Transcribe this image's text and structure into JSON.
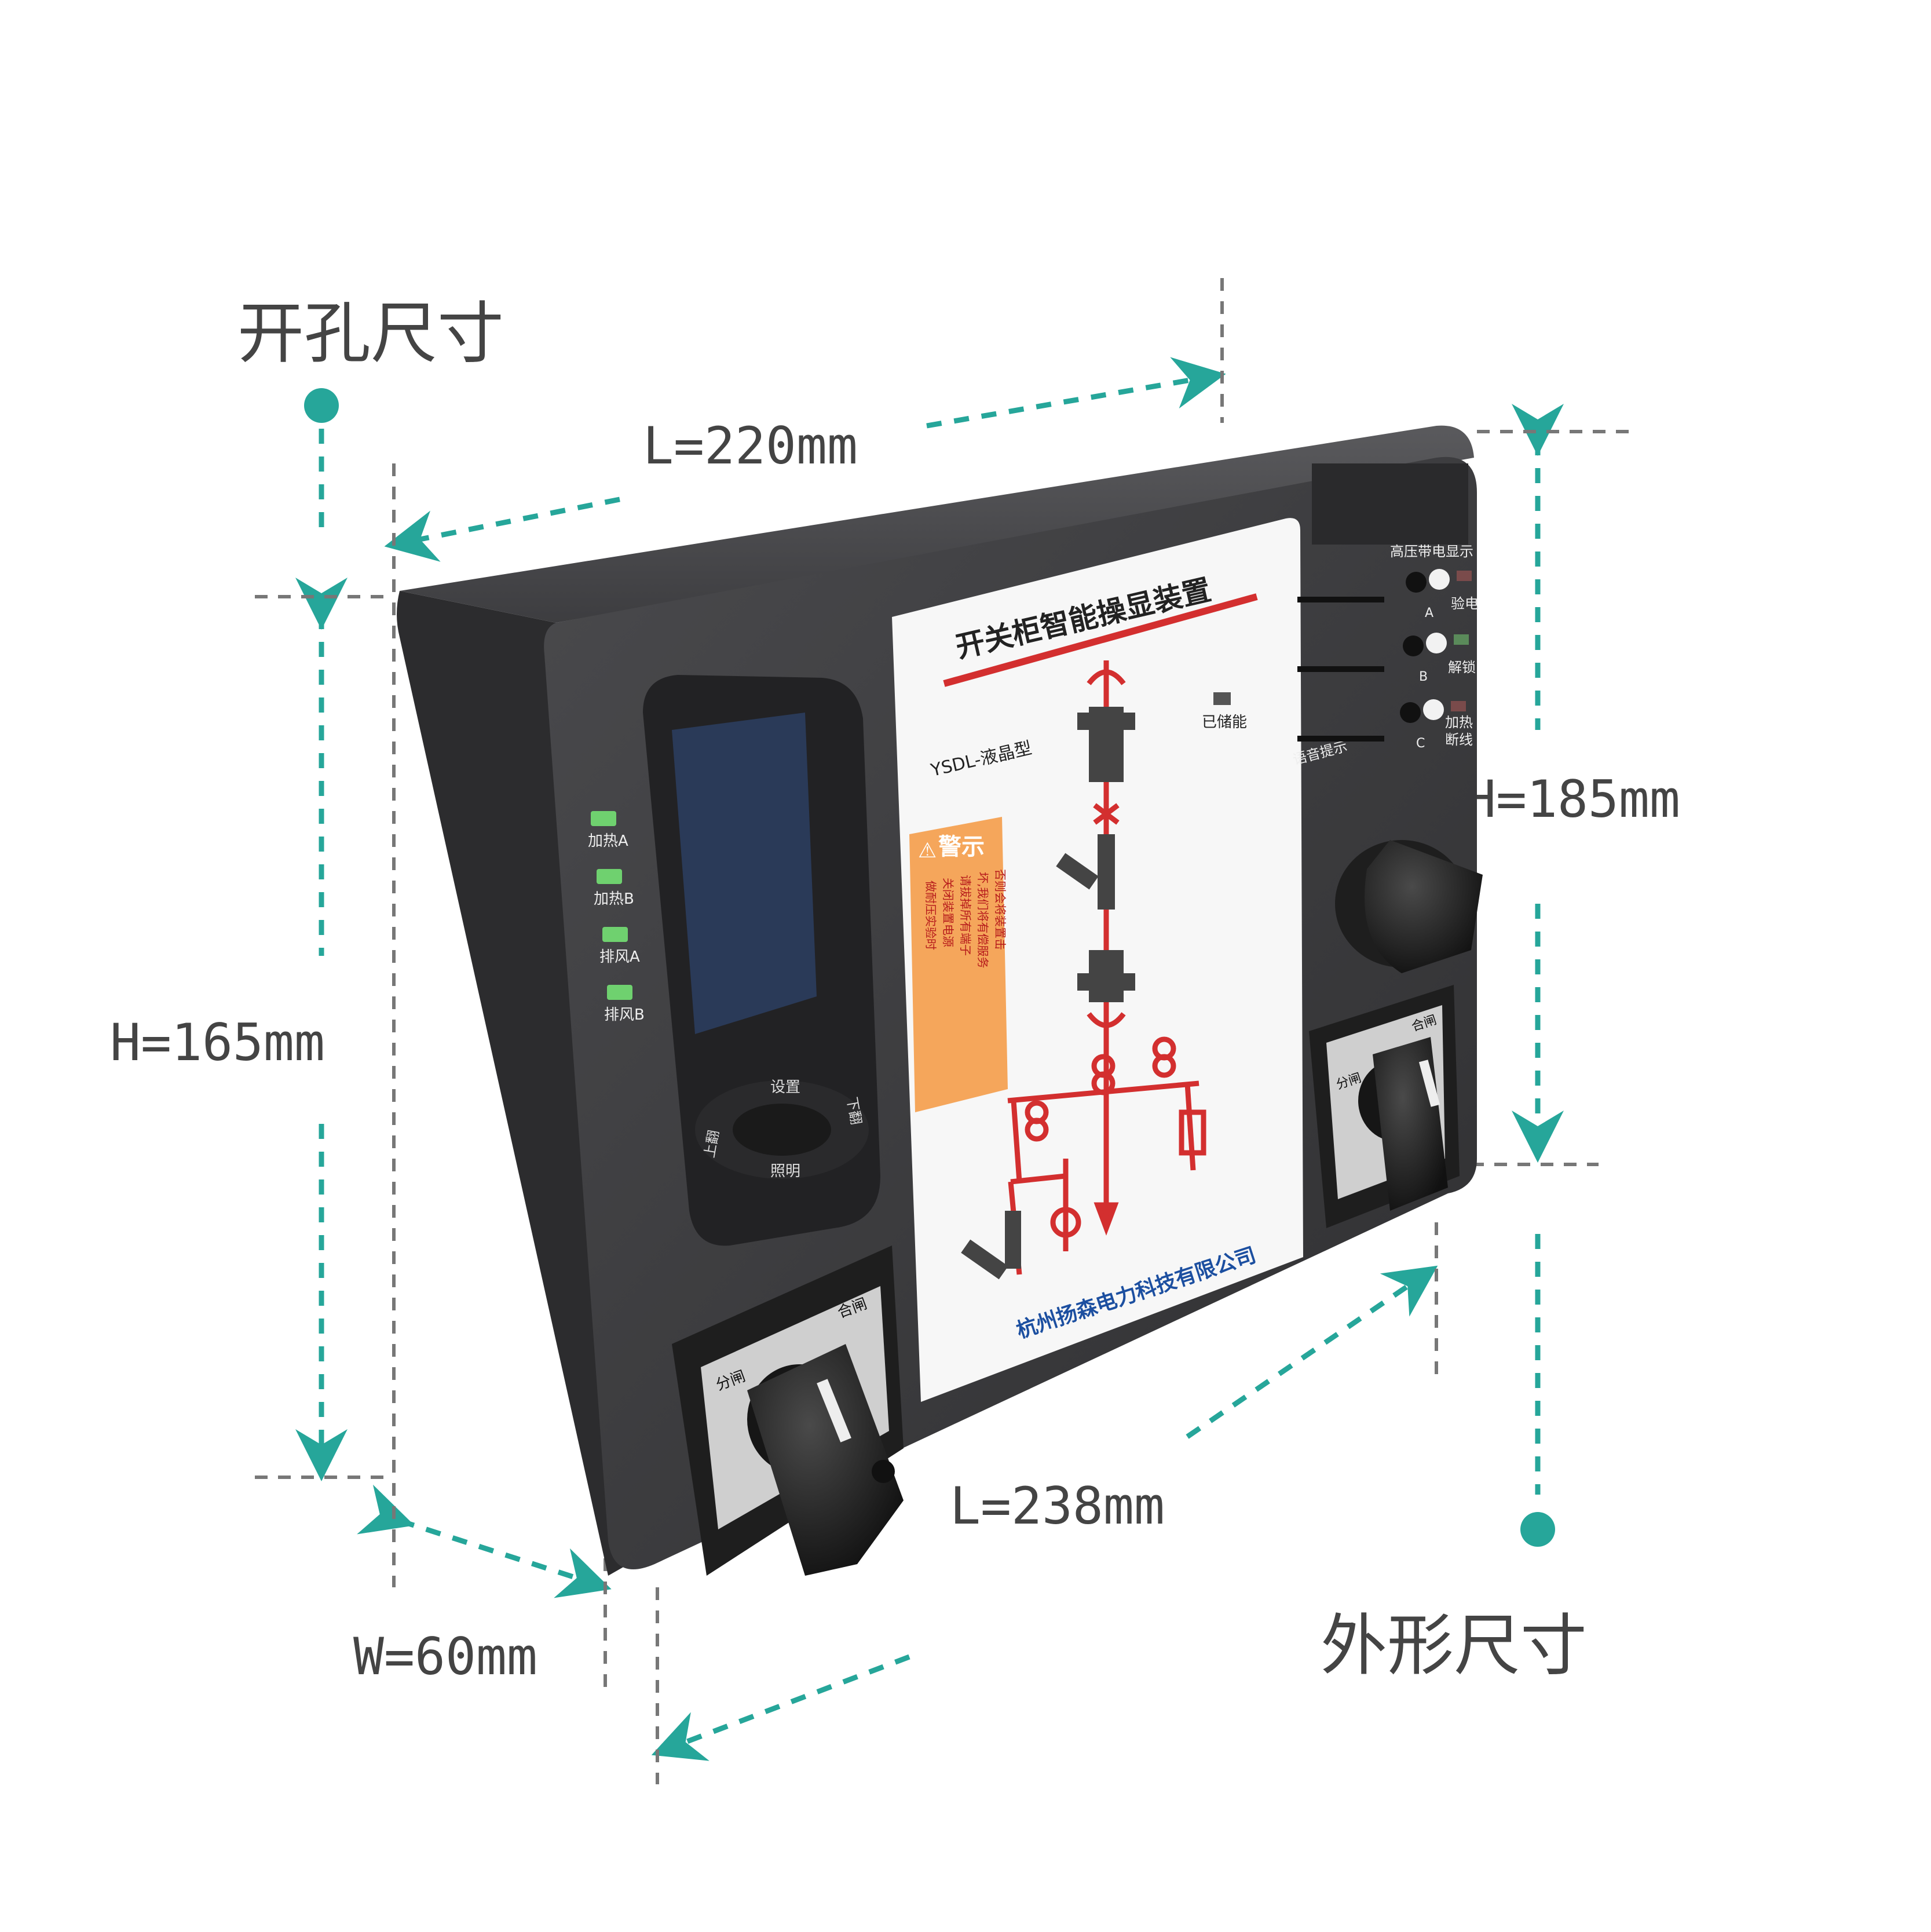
{
  "cutout": {
    "title": "开孔尺寸",
    "length": "L=220mm",
    "height": "H=165mm"
  },
  "outline": {
    "title": "外形尺寸",
    "length": "L=238mm",
    "height": "H=185mm",
    "width": "W=60mm"
  },
  "device": {
    "panel_title": "开关柜智能操显装置",
    "model": "YSDL-液晶型",
    "stored_energy": "已储能",
    "warning_title": "警示",
    "warning_lines": [
      "做耐压实验时",
      "关闭装置电源",
      "请拔掉所有端子",
      "坏,我们将有偿服务",
      "否则会将装置击"
    ],
    "company": "杭州扬森电力科技有限公司",
    "left_leds": [
      "加热A",
      "加热B",
      "排风A",
      "排风B"
    ],
    "keys": {
      "up": "设置",
      "right": "下翻",
      "left": "上翻",
      "down": "照明"
    },
    "hv_display": "高压带电显示",
    "phases": [
      "A",
      "B",
      "C"
    ],
    "right_labels": [
      "验电",
      "解锁",
      "加热",
      "断线"
    ],
    "voice": "语音提示",
    "switch_labels": [
      "分闸",
      "合闸"
    ]
  },
  "colors": {
    "accent": "#26a69a",
    "body": "#3b3b3d",
    "red": "#d32f2f",
    "led_green": "#6fd16f",
    "warning": "#f5a65b"
  }
}
